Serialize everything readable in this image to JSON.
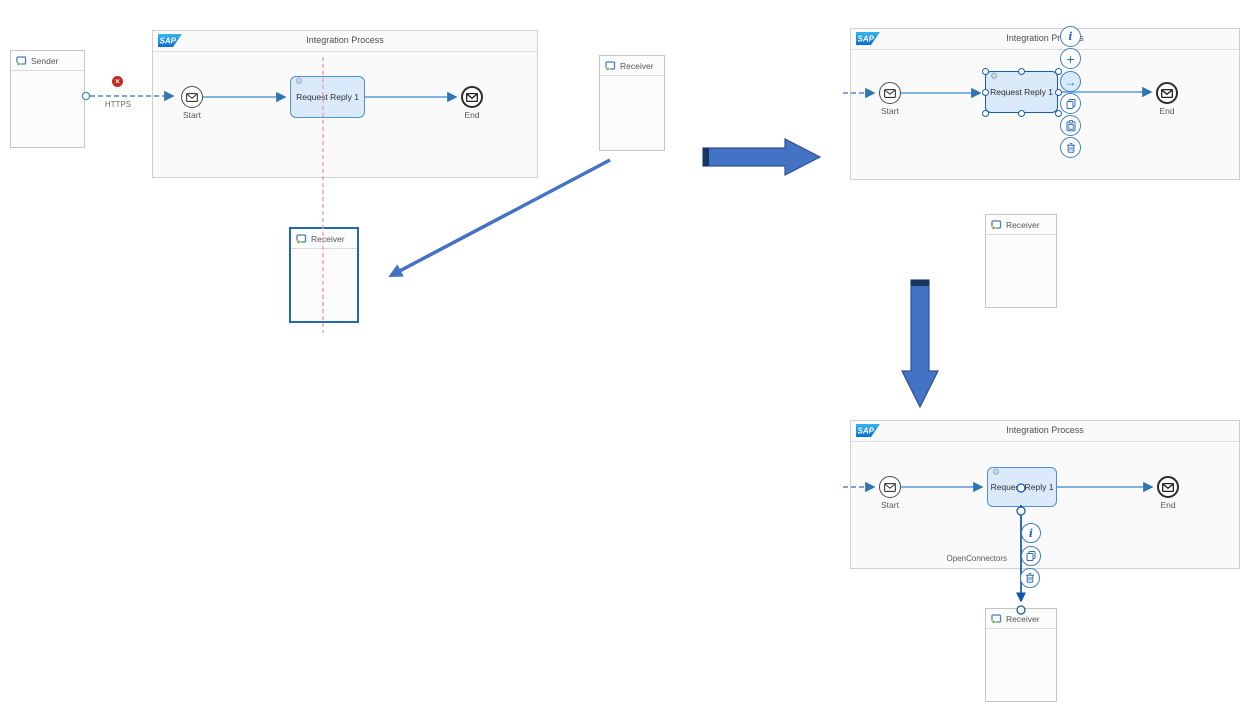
{
  "colors": {
    "annotation_arrow_fill": "#4472c4",
    "annotation_arrow_border": "#2f528f",
    "flow_line_blue": "#5b9bd5",
    "selection_blue": "#1254a5",
    "step_fill": "#daeafa",
    "error_red": "#c8281e",
    "guide_line_red": "#ec9a9a"
  },
  "diagram1": {
    "sender_label": "Sender",
    "https_label": "HTTPS",
    "process_title": "Integration Process",
    "sap_logo": "SAP",
    "start_label": "Start",
    "step_label": "Request Reply 1",
    "end_label": "End",
    "receiver_right_label": "Receiver",
    "receiver_new_label": "Receiver"
  },
  "diagram2": {
    "process_title": "Integration Process",
    "sap_logo": "SAP",
    "start_label": "Start",
    "step_label": "Request Reply 1",
    "end_label": "End",
    "receiver_label": "Receiver",
    "context_menu_icons": [
      "info",
      "add",
      "connect-arrow",
      "copy",
      "paste",
      "delete"
    ]
  },
  "diagram3": {
    "process_title": "Integration Process",
    "sap_logo": "SAP",
    "start_label": "Start",
    "step_label": "Request Reply 1",
    "end_label": "End",
    "connection_label": "OpenConnectors",
    "receiver_label": "Receiver",
    "context_menu_icons": [
      "info",
      "copy",
      "delete"
    ]
  }
}
